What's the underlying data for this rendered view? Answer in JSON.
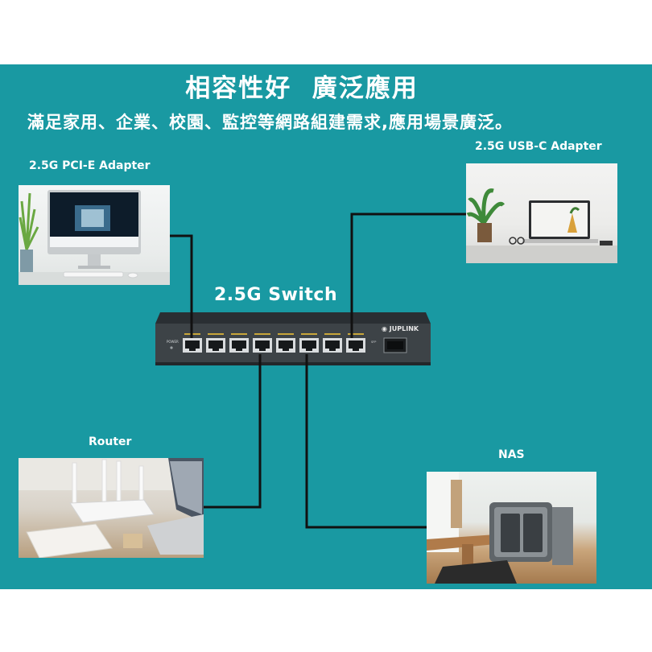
{
  "title": "相容性好  廣泛應用",
  "subtitle": "滿足家用、企業、校園、監控等網路組建需求,應用場景廣泛。",
  "labels": {
    "pcie": "2.5G PCI-E Adapter",
    "usbc": "2.5G USB-C Adapter",
    "switch": "2.5G Switch",
    "router": "Router",
    "nas": "NAS"
  },
  "switch": {
    "brand": "JUPLINK",
    "port_count": 8,
    "sfp_count": 1
  },
  "colors": {
    "background": "#1999a2",
    "text": "#ffffff",
    "cable": "#111111",
    "switch_body": "#3d4347"
  },
  "icons": {
    "brand_logo": "juplink-logo-icon"
  }
}
